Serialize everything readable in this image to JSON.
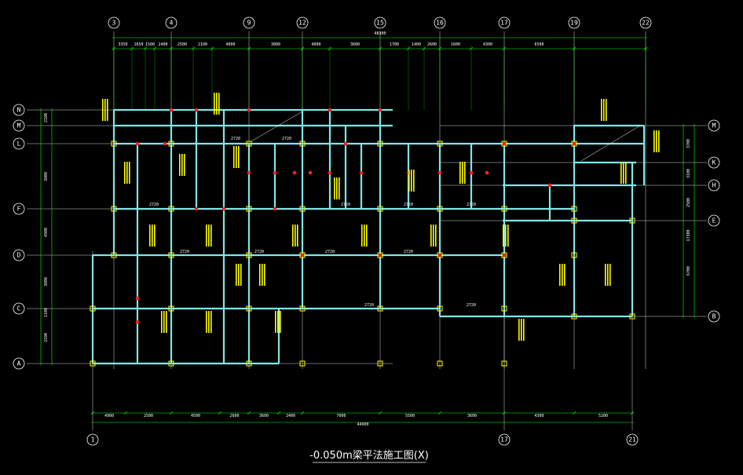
{
  "drawing": {
    "title": "-0.050m梁平法施工图(X)",
    "colors": {
      "background": "#000000",
      "beam": "#7fe6e6",
      "column": "#ffff00",
      "dimension": "#00ff00",
      "axis": "#ffffff",
      "annotation": "#ffff00",
      "node": "#ff2020"
    }
  },
  "axes": {
    "top": [
      {
        "label": "3"
      },
      {
        "label": "4"
      },
      {
        "label": "9"
      },
      {
        "label": "12"
      },
      {
        "label": "15"
      },
      {
        "label": "16"
      },
      {
        "label": "17"
      },
      {
        "label": "19"
      },
      {
        "label": "22"
      }
    ],
    "bottom": [
      {
        "label": "1"
      },
      {
        "label": "17"
      },
      {
        "label": "21"
      }
    ],
    "left": [
      {
        "label": "N"
      },
      {
        "label": "M"
      },
      {
        "label": "L"
      },
      {
        "label": "F"
      },
      {
        "label": "D"
      },
      {
        "label": "C"
      },
      {
        "label": "A"
      }
    ],
    "right": [
      {
        "label": "M"
      },
      {
        "label": "K"
      },
      {
        "label": "H"
      },
      {
        "label": "E"
      },
      {
        "label": "B"
      }
    ]
  },
  "dimensions": {
    "top_total": "48300",
    "top_segments": [
      "3350",
      "1650",
      "1500",
      "2400",
      "2500",
      "2100",
      "4000",
      "3000",
      "4000",
      "3600",
      "1700",
      "1400",
      "2600",
      "1600",
      "4300",
      "6500"
    ],
    "bottom_total": "44900",
    "bottom_segments": [
      "4900",
      "2500",
      "4500",
      "2600",
      "3600",
      "2400",
      "7000",
      "5500",
      "3600",
      "4300",
      "5200"
    ],
    "left_segments": [
      "2100",
      "3800",
      "4900",
      "3800",
      "1100",
      "3100"
    ],
    "right_segments": [
      "3700",
      "3100",
      "2500",
      "17300",
      "6700"
    ]
  },
  "beam_labels": [
    "2720",
    "2720",
    "2720",
    "2720",
    "2720",
    "2720",
    "2720",
    "2720",
    "2720",
    "2720",
    "2720",
    "2720"
  ]
}
